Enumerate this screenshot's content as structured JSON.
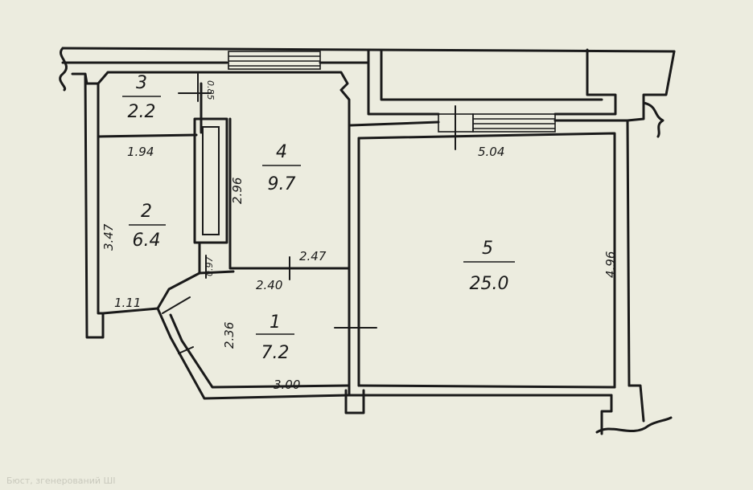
{
  "rooms": [
    {
      "id": "room-1",
      "number": "1",
      "area": "7.2"
    },
    {
      "id": "room-2",
      "number": "2",
      "area": "6.4"
    },
    {
      "id": "room-3",
      "number": "3",
      "area": "2.2"
    },
    {
      "id": "room-4",
      "number": "4",
      "area": "9.7"
    },
    {
      "id": "room-5",
      "number": "5",
      "area": "25.0"
    }
  ],
  "dimensions": {
    "d_0_85": "0.85",
    "d_1_94": "1.94",
    "d_2_96": "2.96",
    "d_3_47": "3.47",
    "d_0_97": "0.97",
    "d_2_47": "2.47",
    "d_2_40": "2.40",
    "d_1_11": "1.11",
    "d_2_36": "2.36",
    "d_3_00": "3.00",
    "d_5_04": "5.04",
    "d_4_96": "4.96"
  },
  "watermark": "Бюст, згенерований ШІ",
  "colors": {
    "paper": "#ececdf",
    "ink": "#1a1a1a"
  }
}
